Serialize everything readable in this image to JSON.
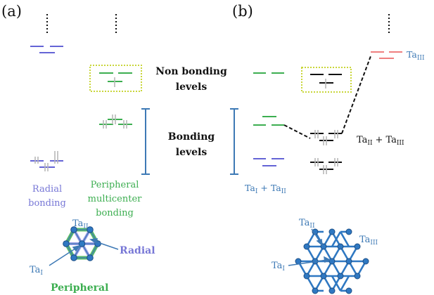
{
  "panels": {
    "a": "(a)",
    "b": "(b)"
  },
  "labels": {
    "non_bonding_1": "Non bonding",
    "non_bonding_2": "levels",
    "bonding_1": "Bonding",
    "bonding_2": "levels",
    "radial_bonding_1": "Radial",
    "radial_bonding_2": "bonding",
    "peripheral_1": "Peripheral",
    "peripheral_2": "multicenter",
    "peripheral_3": "bonding",
    "ta_sub_I": "I",
    "ta_sub_II": "II",
    "ta_sub_III": "III",
    "ta": "Ta",
    "plus": "+",
    "radial_tag": "Radial",
    "peripheral_tag": "Peripheral"
  },
  "colors": {
    "blue": "#3d79b5",
    "purple": "#7777d6",
    "green": "#3cae50",
    "black": "#111111",
    "red": "#ef7f7f",
    "gray": "#b8b8b8",
    "yellow": "#c9d63a"
  }
}
